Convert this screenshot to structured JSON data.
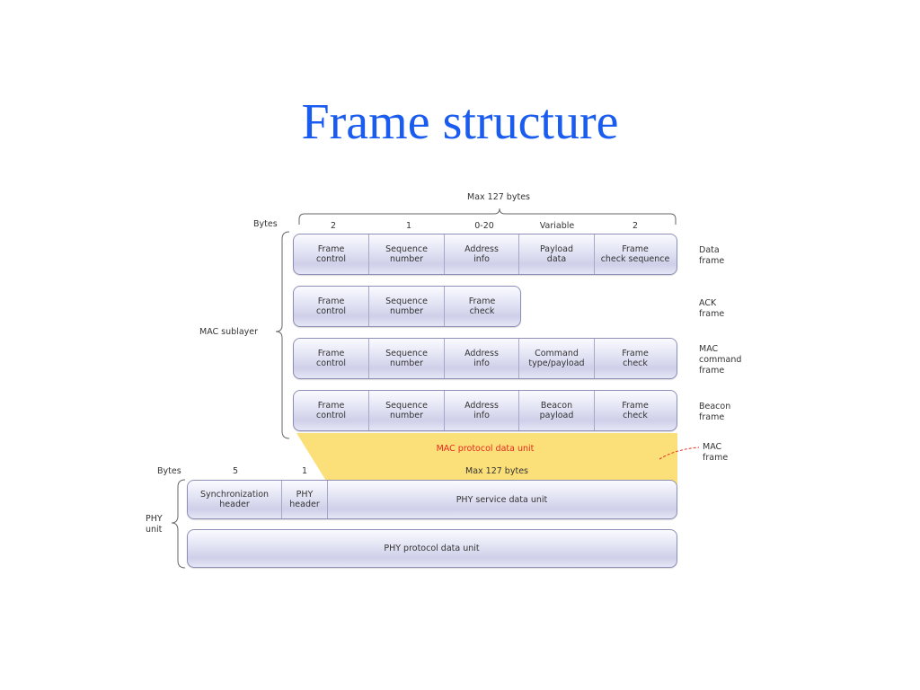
{
  "title": "Frame structure",
  "mac": {
    "max_label": "Max 127 bytes",
    "bytes_label": "Bytes",
    "byte_headers": [
      "2",
      "1",
      "0-20",
      "Variable",
      "2"
    ],
    "sublayer_label": "MAC sublayer",
    "frames": [
      {
        "name": [
          "Data",
          "frame"
        ],
        "fields": [
          [
            "Frame",
            "control"
          ],
          [
            "Sequence",
            "number"
          ],
          [
            "Address",
            "info"
          ],
          [
            "Payload",
            "data"
          ],
          [
            "Frame",
            "check sequence"
          ]
        ]
      },
      {
        "name": [
          "ACK",
          "frame"
        ],
        "fields": [
          [
            "Frame",
            "control"
          ],
          [
            "Sequence",
            "number"
          ],
          [
            "Frame",
            "check"
          ]
        ]
      },
      {
        "name": [
          "MAC",
          "command",
          "frame"
        ],
        "fields": [
          [
            "Frame",
            "control"
          ],
          [
            "Sequence",
            "number"
          ],
          [
            "Address",
            "info"
          ],
          [
            "Command",
            "type/payload"
          ],
          [
            "Frame",
            "check"
          ]
        ]
      },
      {
        "name": [
          "Beacon",
          "frame"
        ],
        "fields": [
          [
            "Frame",
            "control"
          ],
          [
            "Sequence",
            "number"
          ],
          [
            "Address",
            "info"
          ],
          [
            "Beacon",
            "payload"
          ],
          [
            "Frame",
            "check"
          ]
        ]
      }
    ],
    "pdu_label": "MAC protocol data unit",
    "mac_frame_label": [
      "MAC",
      "frame"
    ],
    "colors": {
      "pdu_fill": "#fbe07a",
      "pdu_text": "#e8281e",
      "connector": "#e8281e"
    }
  },
  "phy": {
    "bytes_label": "Bytes",
    "byte_headers": [
      "5",
      "1"
    ],
    "max_label": "Max 127 bytes",
    "unit_label": [
      "PHY",
      "unit"
    ],
    "service_row": [
      [
        "Synchronization",
        "header"
      ],
      [
        "PHY",
        "header"
      ],
      [
        "PHY service data unit"
      ]
    ],
    "protocol_row": "PHY protocol data unit"
  },
  "colors": {
    "title": "#1a5cf0",
    "bar_border": "#8e8fb6",
    "bracket": "#555555"
  }
}
